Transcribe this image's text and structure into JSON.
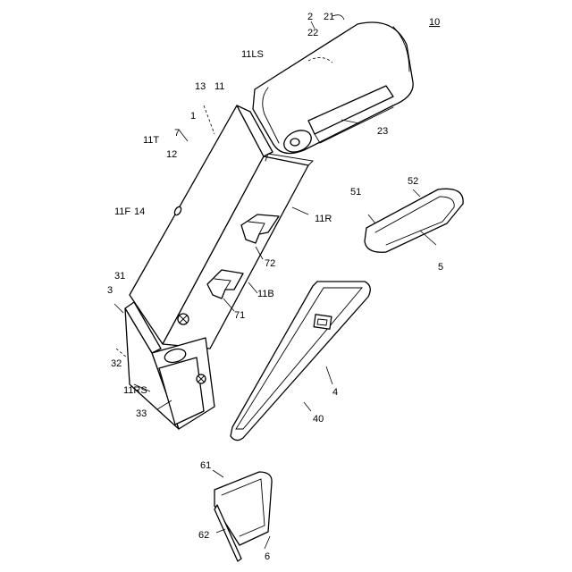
{
  "figure": {
    "figure_number": "10",
    "labels": {
      "n1": "1",
      "n2": "2",
      "n3": "3",
      "n4": "4",
      "n5": "5",
      "n6": "6",
      "n7": "7",
      "n11": "11",
      "n11B": "11B",
      "n11F": "11F",
      "n11LS": "11LS",
      "n11R": "11R",
      "n11RS": "11RS",
      "n11T": "11T",
      "n12": "12",
      "n13": "13",
      "n14": "14",
      "n21": "21",
      "n22": "22",
      "n23": "23",
      "n31": "31",
      "n32": "32",
      "n33": "33",
      "n40": "40",
      "n51": "51",
      "n52": "52",
      "n61": "61",
      "n62": "62",
      "n71": "71",
      "n72": "72"
    }
  }
}
